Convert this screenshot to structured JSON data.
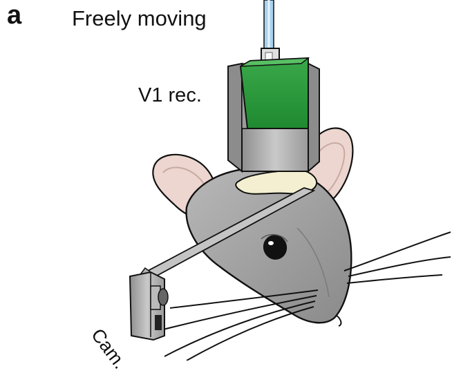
{
  "panel": {
    "letter": "a",
    "title": "Freely moving"
  },
  "labels": {
    "recording": "V1 rec.",
    "camera": "Cam."
  },
  "colors": {
    "mouse_body": "#9d9d9d",
    "ear_inner": "#ecd6cf",
    "headstage_board": "#2e9e3c",
    "implant_cement": "#f3efd0",
    "tether": "#a9d2ee",
    "outline": "#111111"
  }
}
